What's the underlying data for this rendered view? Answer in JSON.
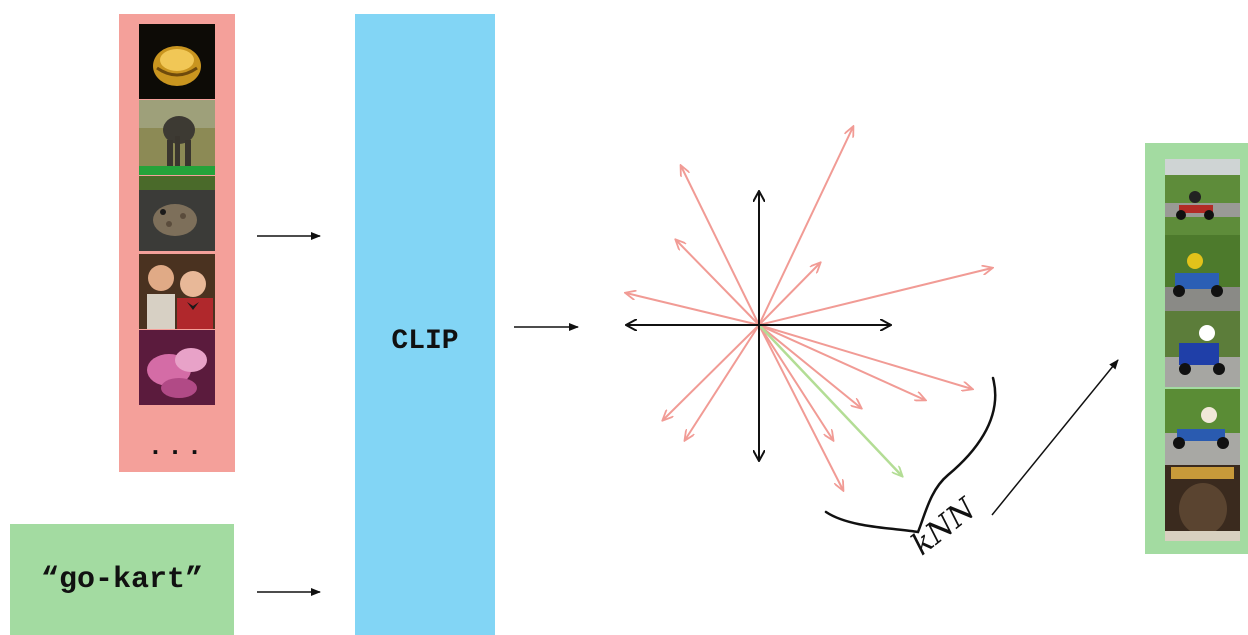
{
  "image_column": {
    "ellipsis": "..."
  },
  "query": {
    "text": "“go-kart”"
  },
  "clip": {
    "label": "CLIP"
  },
  "knn": {
    "label": "kNN"
  },
  "colors": {
    "image_panel": "#f4a09a",
    "query_panel": "#a3dba1",
    "clip_panel": "#82d5f5",
    "results_panel": "#a3dba1",
    "embedding_arrow": "#f19b95",
    "nearest_arrow": "#b3dd95",
    "axis": "#111111"
  }
}
